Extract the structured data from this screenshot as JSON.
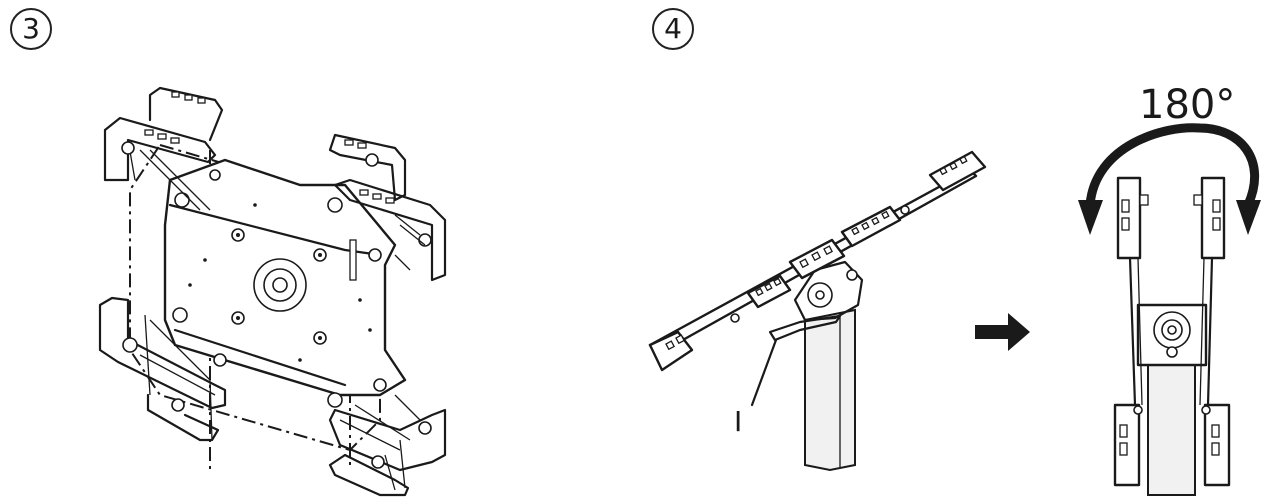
{
  "steps": [
    {
      "badge": "3"
    },
    {
      "badge": "4"
    }
  ],
  "callout_label": "I",
  "rotation_label": "180°",
  "colors": {
    "line": "#1a1a1a",
    "background": "#ffffff"
  },
  "icons": [
    "exploded-mount-bracket",
    "tilted-tablet-stand",
    "right-arrow-icon",
    "rotate-arrow-icon",
    "upright-tablet-stand"
  ]
}
